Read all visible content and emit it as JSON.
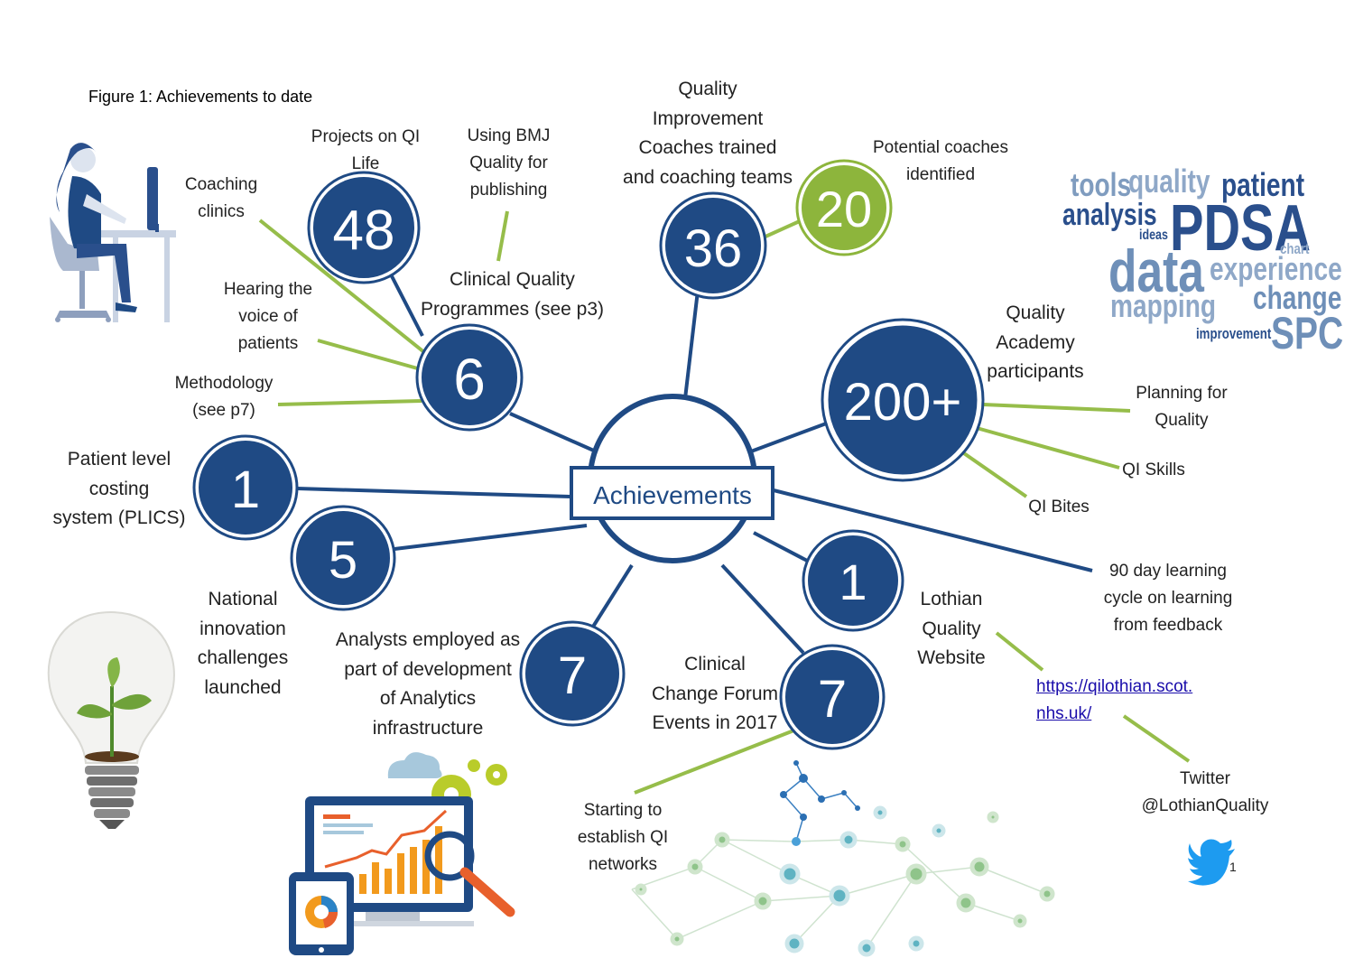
{
  "title": "Figure 1: Achievements to date",
  "center": "Achievements",
  "colors": {
    "navy": "#1f4a84",
    "green": "#8db53c",
    "line_green": "#96bd4a"
  },
  "nodes": {
    "n48": "48",
    "n6": "6",
    "n36": "36",
    "n20": "20",
    "n200": "200+",
    "n1a": "1",
    "n5": "5",
    "n7a": "7",
    "n1b": "1",
    "n7b": "7"
  },
  "labels": {
    "projects_qi_life": "Projects on QI\nLife",
    "using_bmj": "Using BMJ\nQuality for\npublishing",
    "coaching_clinics": "Coaching\nclinics",
    "hearing_voice": "Hearing the\nvoice of\npatients",
    "methodology": "Methodology\n(see p7)",
    "clinical_programmes": "Clinical Quality\nProgrammes (see p3)",
    "qi_coaches": "Quality\nImprovement\nCoaches trained\nand coaching teams",
    "potential_coaches": "Potential coaches\nidentified",
    "quality_academy": "Quality\nAcademy\nparticipants",
    "planning_quality": "Planning for\nQuality",
    "qi_skills": "QI Skills",
    "qi_bites": "QI Bites",
    "plics": "Patient level\ncosting\nsystem (PLICS)",
    "national_innovation": "National\ninnovation\nchallenges\nlaunched",
    "analysts": "Analysts employed as\npart of development\nof Analytics\ninfrastructure",
    "clinical_change": "Clinical\nChange Forum\nEvents in 2017",
    "lothian_website": "Lothian\nQuality\nWebsite",
    "learning_cycle": "90 day learning\ncycle on learning\nfrom feedback",
    "qi_networks": "Starting to\nestablish QI\nnetworks",
    "twitter": "Twitter\n@LothianQuality"
  },
  "website_url": "https://qilothian.scot.nhs.uk/",
  "page_number": "1",
  "word_cloud": {
    "tools": "tools",
    "quality": "quality",
    "patient": "patient",
    "analysis": "analysis",
    "ideas": "ideas",
    "pdsa": "PDSA",
    "chart": "chart",
    "data": "data",
    "experience": "experience",
    "mapping": "mapping",
    "change": "change",
    "improvement": "improvement",
    "spc": "SPC"
  },
  "icons": [
    "woman-at-computer-illustration",
    "lightbulb-plant-illustration",
    "analytics-monitor-illustration",
    "network-graph-illustration",
    "twitter-bird-icon"
  ]
}
